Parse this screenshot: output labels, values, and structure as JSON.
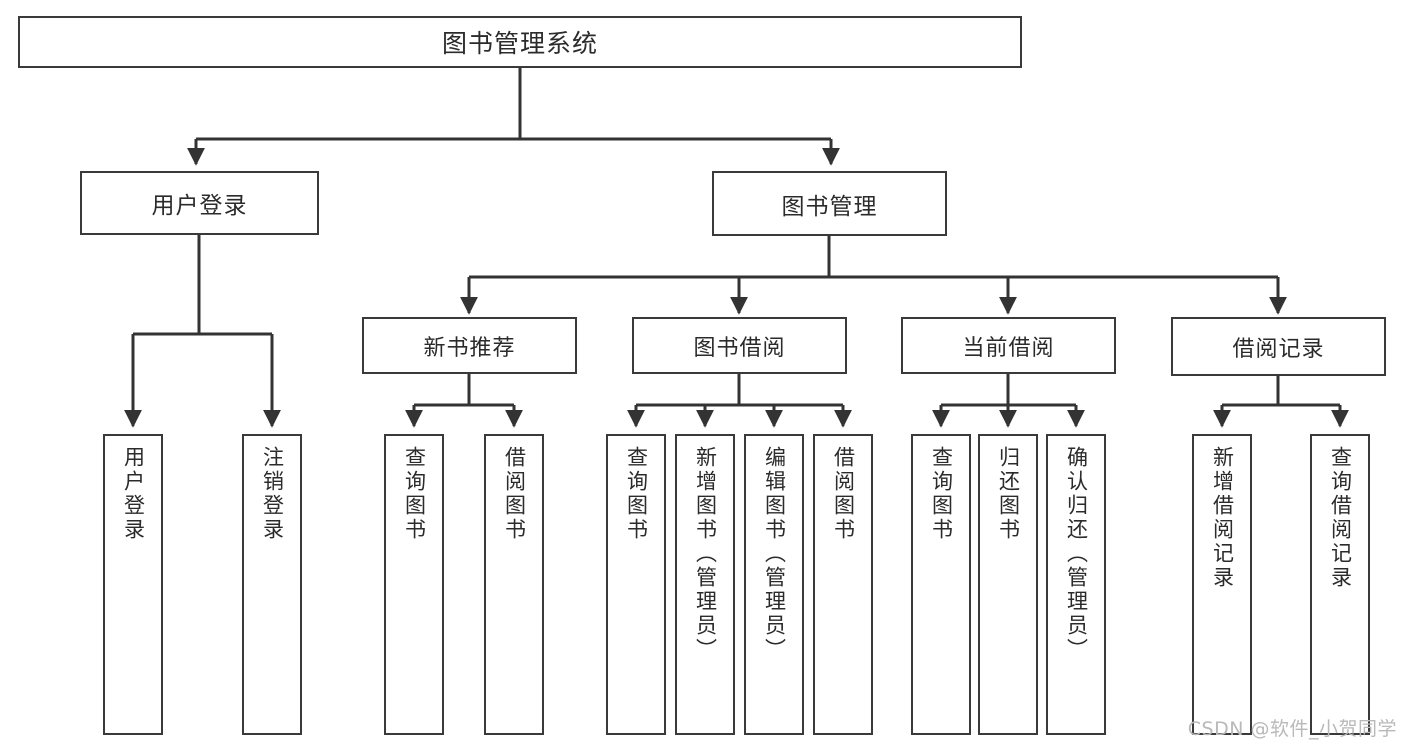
{
  "diagram": {
    "title": "图书管理系统",
    "type": "tree",
    "watermark": "CSDN @软件_小贺同学",
    "colors": {
      "background": "#ffffff",
      "box_border": "#3a3a3a",
      "box_fill": "#ffffff",
      "text": "#2b2b2b",
      "connector": "#333333",
      "watermark": "#b9b9b9"
    },
    "root": {
      "label": "图书管理系统"
    },
    "level1": [
      {
        "label": "用户登录"
      },
      {
        "label": "图书管理"
      }
    ],
    "level2": [
      {
        "label": "新书推荐"
      },
      {
        "label": "图书借阅"
      },
      {
        "label": "当前借阅"
      },
      {
        "label": "借阅记录"
      }
    ],
    "leaves": {
      "user_login": [
        {
          "label": "用户登录"
        },
        {
          "label": "注销登录"
        }
      ],
      "new_book_recommend": [
        {
          "label": "查询图书"
        },
        {
          "label": "借阅图书"
        }
      ],
      "book_borrow": [
        {
          "label": "查询图书"
        },
        {
          "label": "新增图书（管理员）"
        },
        {
          "label": "编辑图书（管理员）"
        },
        {
          "label": "借阅图书"
        }
      ],
      "current_borrow": [
        {
          "label": "查询图书"
        },
        {
          "label": "归还图书"
        },
        {
          "label": "确认归还（管理员）"
        }
      ],
      "borrow_record": [
        {
          "label": "新增借阅记录"
        },
        {
          "label": "查询借阅记录"
        }
      ]
    }
  }
}
